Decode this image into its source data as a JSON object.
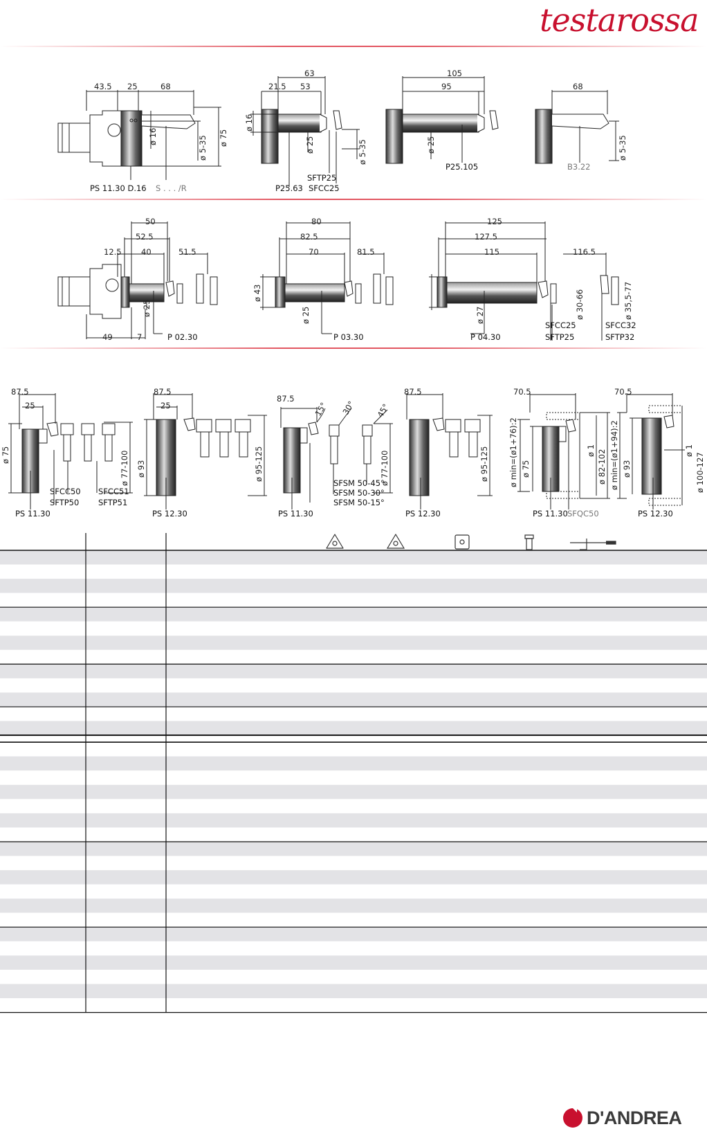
{
  "brand": {
    "name": "testarossa",
    "color": "#c8102e"
  },
  "footer": {
    "company": "D'ANDREA"
  },
  "row1": {
    "view1": {
      "dims": [
        "43.5",
        "25",
        "68"
      ],
      "diameters": [
        "ø 16",
        "ø 5-35",
        "ø 75"
      ],
      "label_a": "PS  11.30  D.16",
      "label_b": "S . . . /R"
    },
    "view2": {
      "dims": [
        "63",
        "21.5",
        "53"
      ],
      "diameters": [
        "ø 16",
        "ø 25",
        "ø 5-35"
      ],
      "label_a": "P25.63",
      "label_b": "SFTP25",
      "label_c": "SFCC25"
    },
    "view3": {
      "dims": [
        "105",
        "95"
      ],
      "diameters": [
        "ø 25"
      ],
      "label_a": "P25.105"
    },
    "view4": {
      "dims": [
        "68"
      ],
      "diameters": [
        "ø 5-35"
      ],
      "label_a": "B3.22"
    }
  },
  "row2": {
    "view1": {
      "dims": [
        "50",
        "52.5",
        "12.5",
        "40",
        "51.5",
        "49",
        "7"
      ],
      "diameters": [
        "ø 25"
      ],
      "label_a": "P  02.30"
    },
    "view2": {
      "dims": [
        "80",
        "82.5",
        "70",
        "81.5"
      ],
      "diameters": [
        "ø 43",
        "ø 25"
      ],
      "label_a": "P  03.30"
    },
    "view3": {
      "dims": [
        "125",
        "127.5",
        "115",
        "116.5"
      ],
      "diameters": [
        "ø 27",
        "ø 30-66",
        "ø 35,5-77"
      ],
      "label_a": "P  04.30",
      "label_b": "SFCC25",
      "label_c": "SFTP25",
      "label_d": "SFCC32",
      "label_e": "SFTP32"
    }
  },
  "row3": {
    "view1": {
      "dims": [
        "87.5",
        "25"
      ],
      "diameters": [
        "ø 75",
        "ø 77-100"
      ],
      "label_a": "PS 11.30",
      "label_b": "SFCC50",
      "label_c": "SFTP50",
      "label_d": "SFCC51",
      "label_e": "SFTP51"
    },
    "view2": {
      "dims": [
        "87.5",
        "25"
      ],
      "diameters": [
        "ø 93",
        "ø 95-125"
      ],
      "label_a": "PS 12.30"
    },
    "view3": {
      "dims": [
        "87.5"
      ],
      "angles": [
        "15°",
        "30°",
        "45°"
      ],
      "diameters": [
        "ø 77-100"
      ],
      "label_a": "PS 11.30",
      "label_b": "SFSM  50-45°",
      "label_c": "SFSM  50-30°",
      "label_d": "SFSM  50-15°"
    },
    "view4": {
      "dims": [
        "87.5"
      ],
      "diameters": [
        "ø 95-125"
      ],
      "label_a": "PS 12.30"
    },
    "view5": {
      "dims": [
        "70.5"
      ],
      "diameters": [
        "ø min=(ø1+76):2",
        "ø 75",
        "ø 1",
        "ø 82-102"
      ],
      "label_a": "PS 11.30",
      "label_b": "SFQC50"
    },
    "view6": {
      "dims": [
        "70.5"
      ],
      "diameters": [
        "ø min=(ø1+94):2",
        "ø 93",
        "ø 1",
        "ø 100-127"
      ],
      "label_a": "PS 12.30"
    }
  },
  "table": {
    "header_icons": [
      "round-insert-icon",
      "triangle-insert-icon",
      "square-insert-icon",
      "screw-icon",
      "key-wrench-icon"
    ],
    "shade_color": "#e3e3e6",
    "groups": [
      {
        "rows": [
          "shade",
          "white",
          "shade",
          "white"
        ]
      },
      {
        "rows": [
          "shade",
          "white",
          "shade",
          "white"
        ]
      },
      {
        "rows": [
          "shade",
          "white",
          "shade"
        ]
      },
      {
        "rows": [
          "white",
          "shade"
        ]
      },
      {
        "rows": [
          "white",
          "shade",
          "white",
          "shade",
          "white",
          "shade",
          "white"
        ]
      },
      {
        "rows": [
          "shade",
          "white",
          "shade",
          "white",
          "shade",
          "white"
        ]
      },
      {
        "rows": [
          "shade",
          "white",
          "shade",
          "white",
          "shade",
          "white"
        ]
      }
    ]
  }
}
